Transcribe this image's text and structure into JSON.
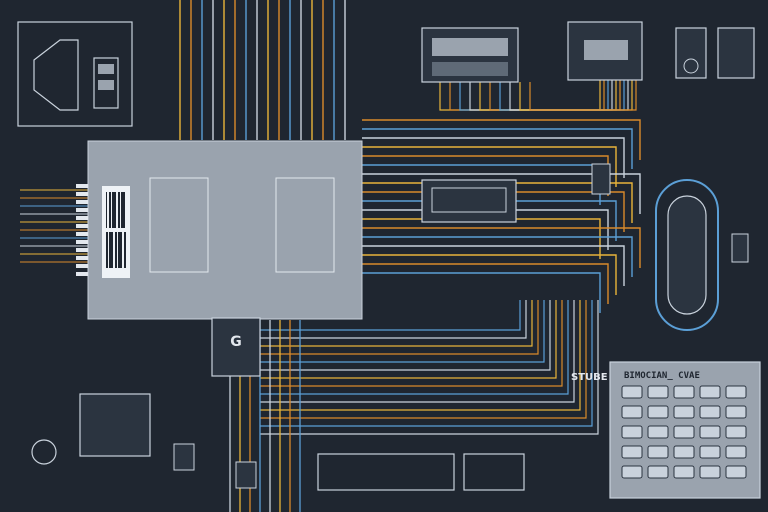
{
  "diagram": {
    "colors": {
      "background": "#1f2630",
      "wire_gold": "#e8b43a",
      "wire_orange": "#d98a2b",
      "wire_blue": "#5b9fd6",
      "wire_white": "#c9d2dc",
      "chip_body": "#9aa3ae",
      "panel_fill": "#2b3440"
    },
    "labels": {
      "main_chip_logo": "G",
      "right_panel_title": "BIMOCIAN_ CVAE",
      "right_panel_side": "STUBE"
    },
    "icons": [
      "main-controller-chip",
      "keypad-panel",
      "display-module",
      "gauge-module",
      "capsule-sensor",
      "connector-plug"
    ]
  }
}
